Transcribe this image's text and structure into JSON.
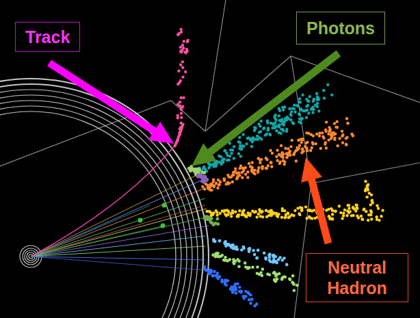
{
  "diagram": {
    "nodes": [
      {
        "text": [
          "Track"
        ]
      },
      {
        "text": [
          "Photons"
        ]
      },
      {
        "text": [
          "Neutral Hadron"
        ]
      }
    ]
  }
}
